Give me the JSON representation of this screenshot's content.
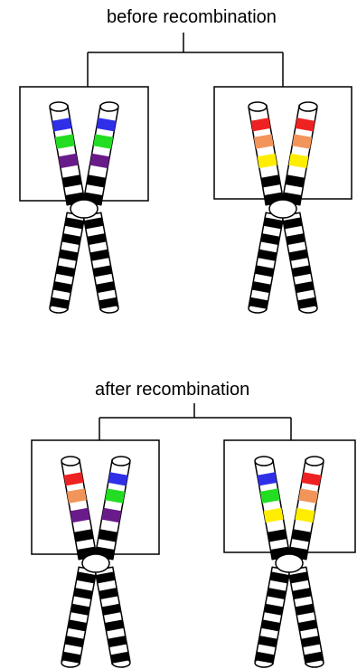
{
  "sections": {
    "before": {
      "title": "before recombination"
    },
    "after": {
      "title": "after recombination"
    }
  },
  "chromosomes": [
    {
      "id": "before-left",
      "band_colors": {
        "left": [
          "#2f2fe8",
          "#22dd22",
          "#6a1b8a"
        ],
        "right": [
          "#2f2fe8",
          "#22dd22",
          "#6a1b8a"
        ]
      }
    },
    {
      "id": "before-right",
      "band_colors": {
        "left": [
          "#ee2222",
          "#f2955a",
          "#ffee00"
        ],
        "right": [
          "#ee2222",
          "#f2955a",
          "#ffee00"
        ]
      }
    },
    {
      "id": "after-left",
      "band_colors": {
        "left": [
          "#ee2222",
          "#f2955a",
          "#6a1b8a"
        ],
        "right": [
          "#2f2fe8",
          "#22dd22",
          "#6a1b8a"
        ]
      }
    },
    {
      "id": "after-right",
      "band_colors": {
        "left": [
          "#2f2fe8",
          "#22dd22",
          "#ffee00"
        ],
        "right": [
          "#ee2222",
          "#f2955a",
          "#ffee00"
        ]
      }
    }
  ],
  "colors": {
    "blue": "#2f2fe8",
    "green": "#22dd22",
    "purple": "#6a1b8a",
    "red": "#ee2222",
    "orange": "#f2955a",
    "yellow": "#ffee00",
    "stripe": "#000000",
    "outline": "#000000"
  }
}
